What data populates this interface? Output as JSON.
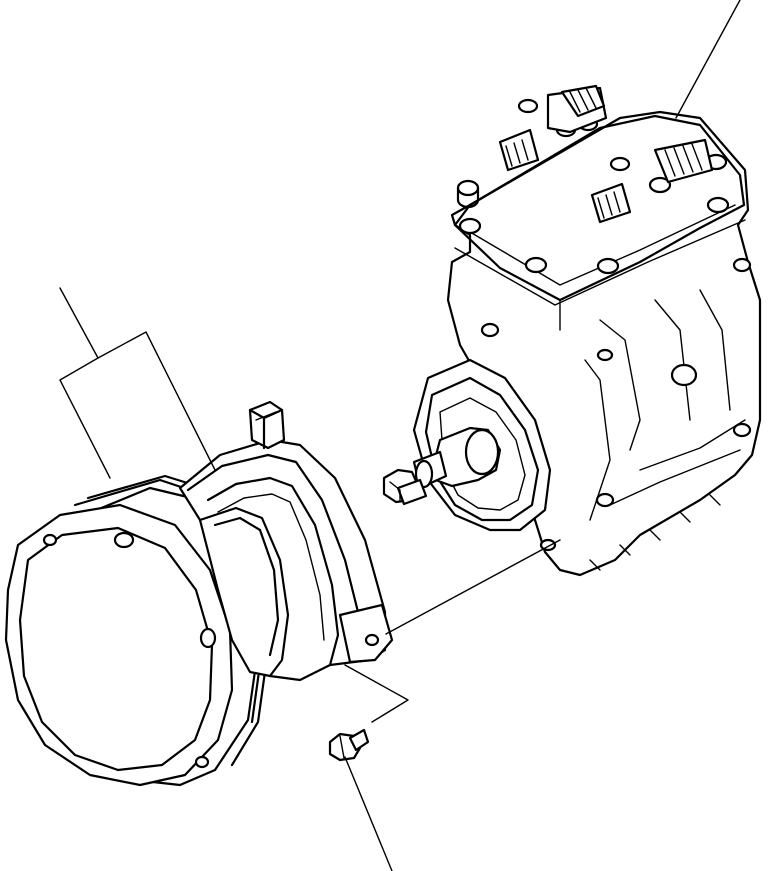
{
  "diagram": {
    "line_color": "#000000",
    "background": "#ffffff",
    "parts": [
      {
        "id": "compressor",
        "icon": "ac-compressor-icon"
      },
      {
        "id": "clutch-pulley",
        "icon": "pulley-icon"
      },
      {
        "id": "field-coil",
        "icon": "coil-icon"
      },
      {
        "id": "coil-mounting-bolt",
        "icon": "bolt-icon"
      },
      {
        "id": "shaft-nut",
        "icon": "nut-icon"
      }
    ]
  }
}
